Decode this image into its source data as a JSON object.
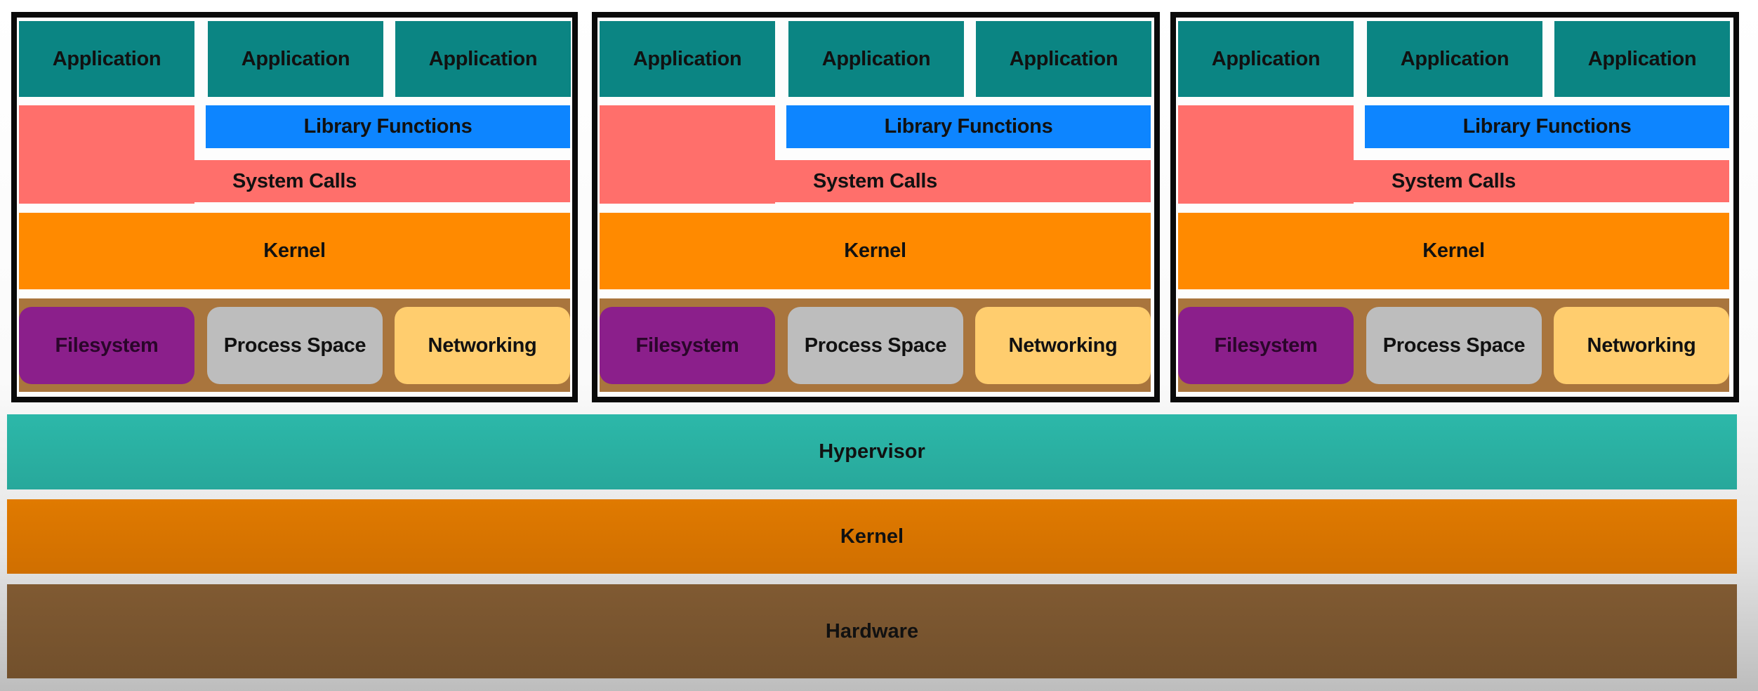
{
  "diagram": {
    "title": "Virtual machines on a hypervisor",
    "colors": {
      "application": "#0b8583",
      "library_functions": "#0d85ff",
      "system_calls": "#ff6f6b",
      "guest_kernel": "#ff8a00",
      "resources_band": "#a9753d",
      "filesystem": "#8b1f8b",
      "process_space": "#bdbdbd",
      "networking": "#ffcd6e",
      "hypervisor": "#2bb3a6",
      "host_kernel": "#db7400",
      "hardware": "#7b5430"
    },
    "vms": [
      {
        "applications": [
          "Application",
          "Application",
          "Application"
        ],
        "library_functions": "Library Functions",
        "system_calls": "System Calls",
        "kernel": "Kernel",
        "resources": [
          "Filesystem",
          "Process Space",
          "Networking"
        ]
      },
      {
        "applications": [
          "Application",
          "Application",
          "Application"
        ],
        "library_functions": "Library Functions",
        "system_calls": "System Calls",
        "kernel": "Kernel",
        "resources": [
          "Filesystem",
          "Process Space",
          "Networking"
        ]
      },
      {
        "applications": [
          "Application",
          "Application",
          "Application"
        ],
        "library_functions": "Library Functions",
        "system_calls": "System Calls",
        "kernel": "Kernel",
        "resources": [
          "Filesystem",
          "Process Space",
          "Networking"
        ]
      }
    ],
    "host_layers": {
      "hypervisor": "Hypervisor",
      "kernel": "Kernel",
      "hardware": "Hardware"
    }
  }
}
